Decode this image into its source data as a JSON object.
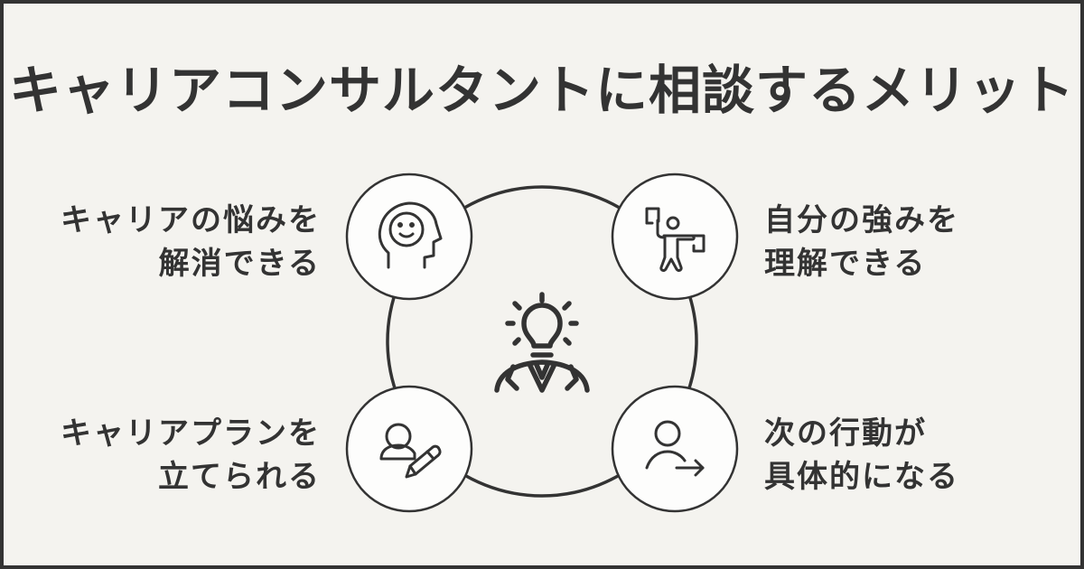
{
  "title": "キャリアコンサルタントに相談するメリット",
  "colors": {
    "background": "#f4f3ef",
    "frame": "#333333",
    "text": "#333333",
    "circle_fill": "#fdfdfc",
    "stroke": "#333333"
  },
  "center": {
    "icon": "lightbulb-head-person-icon"
  },
  "benefits": [
    {
      "position": "top-left",
      "icon": "head-smile-mind-icon",
      "lines": [
        "キャリアの悩みを",
        "解消できる"
      ]
    },
    {
      "position": "top-right",
      "icon": "person-holding-flag-and-bag-icon",
      "lines": [
        "自分の強みを",
        "理解できる"
      ]
    },
    {
      "position": "bottom-left",
      "icon": "person-with-pencil-icon",
      "lines": [
        "キャリアプランを",
        "立てられる"
      ]
    },
    {
      "position": "bottom-right",
      "icon": "person-with-arrow-icon",
      "lines": [
        "次の行動が",
        "具体的になる"
      ]
    }
  ]
}
